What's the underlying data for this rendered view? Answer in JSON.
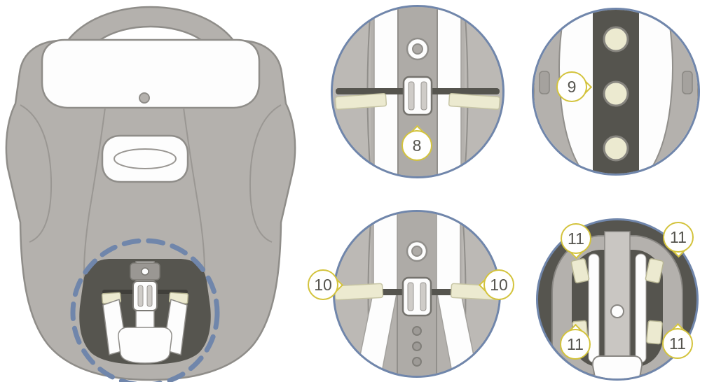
{
  "diagram": {
    "callouts": {
      "detail8": {
        "label": "8"
      },
      "detail9": {
        "label": "9"
      },
      "detail10_left": {
        "label": "10"
      },
      "detail10_right": {
        "label": "10"
      },
      "detail11_top_left": {
        "label": "11"
      },
      "detail11_top_right": {
        "label": "11"
      },
      "detail11_bottom_left": {
        "label": "11"
      },
      "detail11_bottom_right": {
        "label": "11"
      }
    },
    "colors": {
      "seat_gray": "#b4b1ad",
      "outline_gray": "#8f8d89",
      "dark_gray": "#56554f",
      "white": "#fdfdfd",
      "pale_yellow": "#ecead0",
      "callout_border_yellow": "#d3c33c",
      "detail_ring_blue": "#7086ab",
      "dashed_highlight_blue": "#7086ab",
      "label_text": "#55544e"
    }
  }
}
